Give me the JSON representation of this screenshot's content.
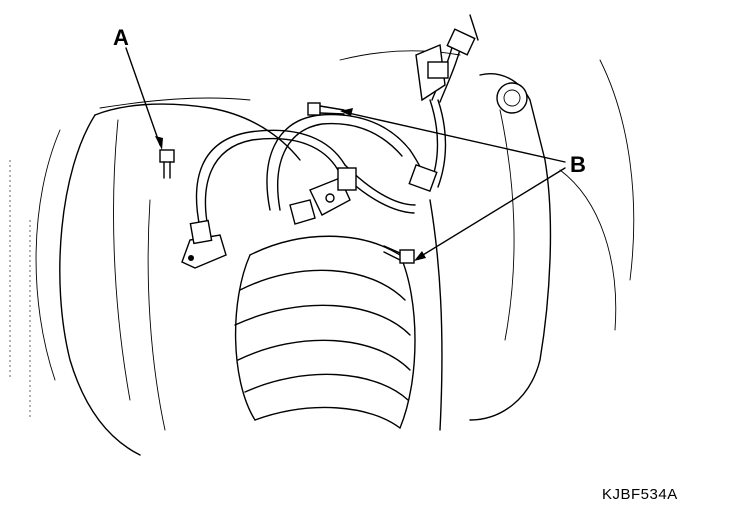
{
  "callouts": {
    "a": "A",
    "b": "B"
  },
  "figure_code": "KJBF534A"
}
